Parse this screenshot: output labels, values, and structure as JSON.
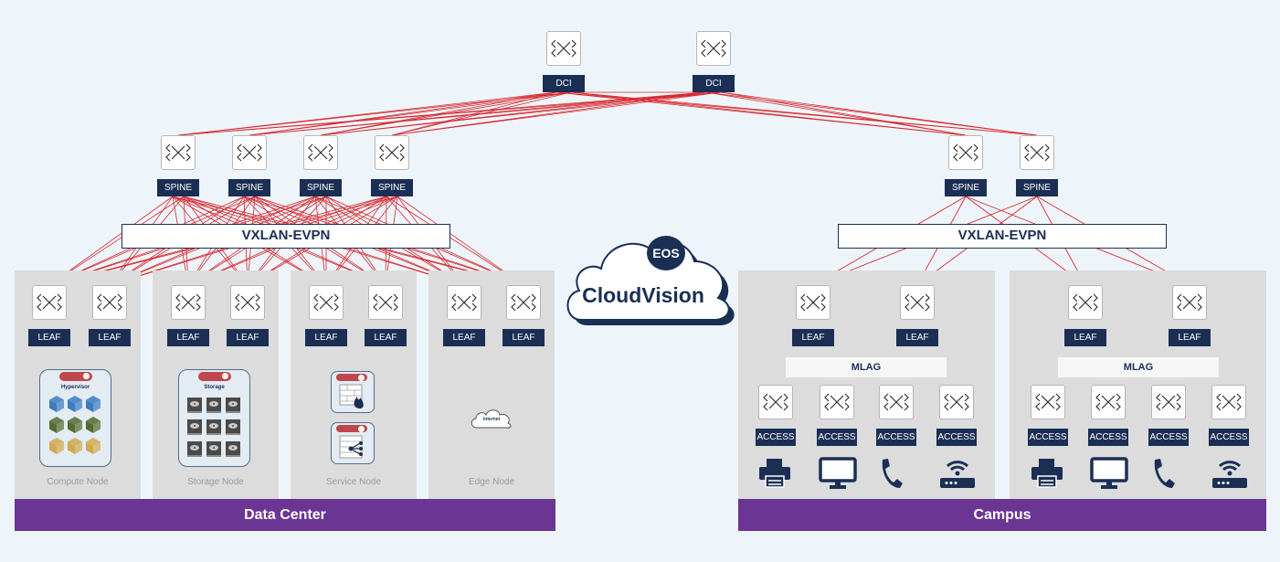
{
  "dci": {
    "labels": [
      "DCI",
      "DCI"
    ]
  },
  "dc": {
    "spine_labels": [
      "SPINE",
      "SPINE",
      "SPINE",
      "SPINE"
    ],
    "fabric_label": "VXLAN-EVPN",
    "leaf_labels": [
      "LEAF",
      "LEAF",
      "LEAF",
      "LEAF",
      "LEAF",
      "LEAF",
      "LEAF",
      "LEAF"
    ],
    "nodes": [
      {
        "title": "Hypervisor",
        "caption": "Compute Node"
      },
      {
        "title": "Storage",
        "caption": "Storage Node"
      },
      {
        "title": "",
        "caption": "Service Node"
      },
      {
        "title": "Internet",
        "caption": "Edge Node"
      }
    ],
    "bar_label": "Data Center"
  },
  "cloudvision": {
    "badge": "EOS",
    "label": "CloudVision"
  },
  "campus": {
    "spine_labels": [
      "SPINE",
      "SPINE"
    ],
    "fabric_label": "VXLAN-EVPN",
    "leaf_labels": [
      "LEAF",
      "LEAF",
      "LEAF",
      "LEAF"
    ],
    "mlag_labels": [
      "MLAG",
      "MLAG"
    ],
    "access_labels": [
      "ACCESS",
      "ACCESS",
      "ACCESS",
      "ACCESS",
      "ACCESS",
      "ACCESS",
      "ACCESS",
      "ACCESS"
    ],
    "endpoint_icons": [
      "printer-icon",
      "monitor-icon",
      "phone-icon",
      "wireless-router-icon",
      "printer-icon",
      "monitor-icon",
      "phone-icon",
      "wireless-router-icon"
    ],
    "bar_label": "Campus"
  },
  "colors": {
    "navy": "#1b2f55",
    "link_red": "#d8282f",
    "purple": "#6b3594",
    "panel_gray": "#dcdcdc",
    "cloud_navy": "#1b2f55"
  }
}
